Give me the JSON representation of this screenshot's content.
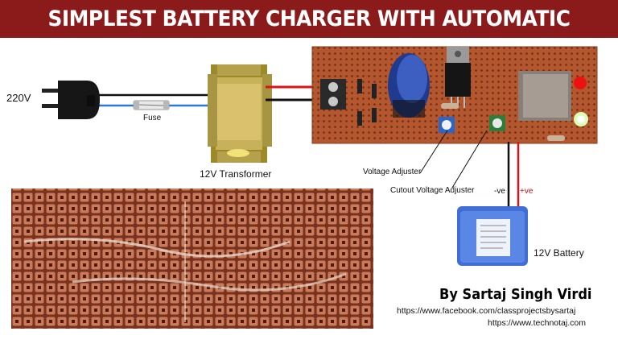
{
  "title": "SIMPLEST BATTERY CHARGER WITH AUTOMATIC CUT-OFF",
  "labels": {
    "mains": "220V",
    "fuse": "Fuse",
    "transformer": "12V Transformer",
    "voltage_adjuster": "Voltage Adjuster",
    "cutout_adjuster": "Cutout Voltage Adjuster",
    "negative": "-ve",
    "positive": "+ve",
    "battery": "12V Battery"
  },
  "credits": {
    "author": "By Sartaj Singh Virdi",
    "facebook": "https://www.facebook.com/classprojectsbysartaj",
    "website": "https://www.technotaj.com"
  },
  "colors": {
    "banner": "#8b1a1a",
    "pcb": "#b4562e",
    "copper": "#c26c4c",
    "wire_red": "#d7141b",
    "wire_black": "#111111",
    "wire_blue": "#2d7ad6",
    "battery": "#3f6fd6"
  },
  "icons": [
    "plug-icon",
    "fuse-icon",
    "transformer-icon",
    "pcb-board-icon",
    "battery-icon"
  ]
}
